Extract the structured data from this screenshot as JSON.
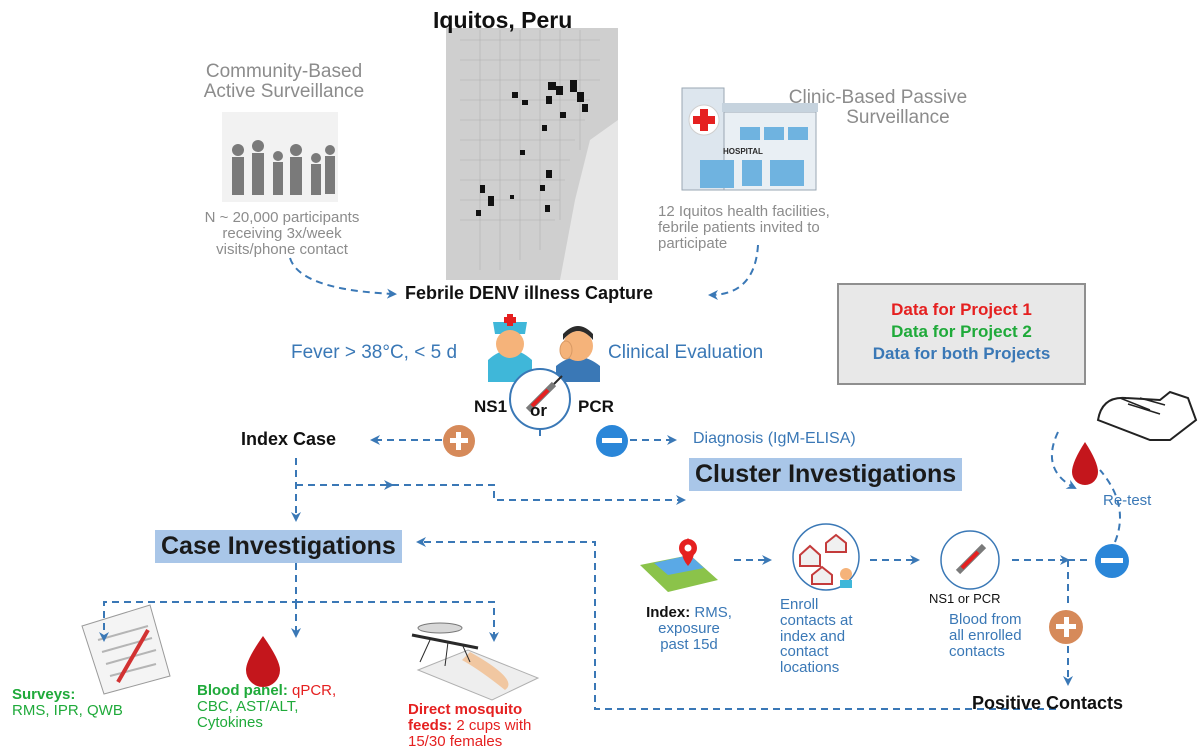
{
  "colors": {
    "arrow": "#3a78b6",
    "red": "#e52020",
    "green": "#1faa3a",
    "blue": "#3a78b6",
    "header_bg": "#a9c6e8",
    "legend_bg": "#e8e8e8",
    "plus": "#d68a5a",
    "minus": "#2a86d8"
  },
  "map": {
    "title": "Iquitos, Peru"
  },
  "community": {
    "title_line1": "Community-Based",
    "title_line2": "Active Surveillance",
    "desc_line1": "N ~ 20,000 participants",
    "desc_line2": "receiving 3x/week",
    "desc_line3": "visits/phone contact"
  },
  "clinic": {
    "title_line1": "Clinic-Based Passive",
    "title_line2": "Surveillance",
    "hospital_sign": "HOSPITAL",
    "desc_line1": "12 Iquitos health facilities,",
    "desc_line2": "febrile patients invited to",
    "desc_line3": "participate"
  },
  "capture": {
    "title": "Febrile DENV illness Capture",
    "fever": "Fever > 38°C, < 5 d",
    "clinical": "Clinical Evaluation",
    "ns1": "NS1",
    "or": "or",
    "pcr": "PCR"
  },
  "legend": {
    "project1": "Data for Project 1",
    "project2": "Data for Project 2",
    "both": "Data for both Projects"
  },
  "index_case": "Index Case",
  "diagnosis": "Diagnosis (IgM-ELISA)",
  "cluster_header": "Cluster Investigations",
  "case_header": "Case Investigations",
  "retest": "Re-test",
  "cluster_steps": {
    "index_bold": "Index:",
    "index_rest": "RMS,",
    "index_line2": "exposure",
    "index_line3": "past 15d",
    "enroll_line1": "Enroll",
    "enroll_line2": "contacts at",
    "enroll_line3": "index and",
    "enroll_line4": "contact",
    "enroll_line5": "locations",
    "test_label": "NS1 or PCR",
    "blood_line1": "Blood from",
    "blood_line2": "all enrolled",
    "blood_line3": "contacts"
  },
  "positive_contacts": "Positive Contacts",
  "case_outputs": {
    "surveys_bold": "Surveys:",
    "surveys_line2": "RMS, IPR, QWB",
    "blood_bold": "Blood panel:",
    "blood_red": "qPCR,",
    "blood_line2": "CBC, AST/ALT,",
    "blood_line3": "Cytokines",
    "mosq_bold1": "Direct mosquito",
    "mosq_bold2": "feeds:",
    "mosq_rest": "2 cups with",
    "mosq_line3": "15/30 females"
  }
}
